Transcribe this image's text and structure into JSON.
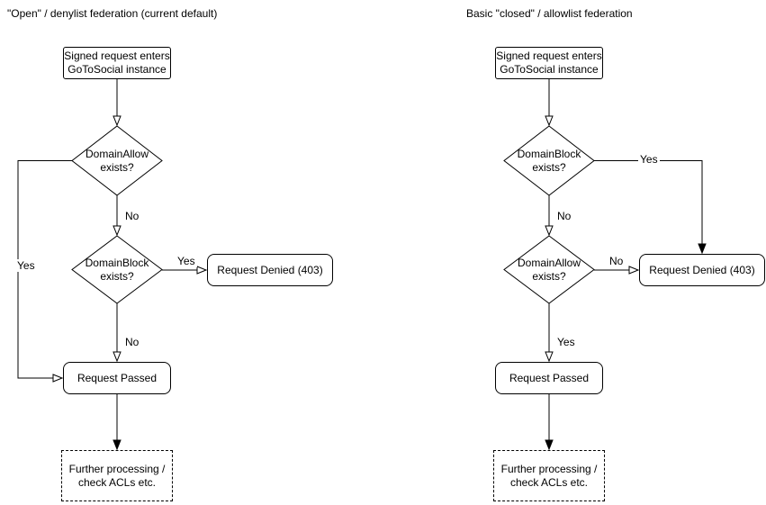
{
  "colors": {
    "stroke": "#000000",
    "background": "#ffffff"
  },
  "left": {
    "title": "\"Open\" / denylist federation (current default)",
    "start": "Signed request enters\nGoToSocial instance",
    "decision1": "DomainAllow\nexists?",
    "decision2": "DomainBlock\nexists?",
    "denied": "Request Denied (403)",
    "passed": "Request Passed",
    "further": "Further processing /\ncheck ACLs etc.",
    "edge_labels": {
      "decision1_no": "No",
      "decision1_yes": "Yes",
      "decision2_yes": "Yes",
      "decision2_no": "No"
    }
  },
  "right": {
    "title": "Basic \"closed\" / allowlist federation",
    "start": "Signed request enters\nGoToSocial instance",
    "decision1": "DomainBlock\nexists?",
    "decision2": "DomainAllow\nexists?",
    "denied": "Request Denied (403)",
    "passed": "Request Passed",
    "further": "Further processing /\ncheck ACLs etc.",
    "edge_labels": {
      "decision1_yes": "Yes",
      "decision1_no": "No",
      "decision2_no": "No",
      "decision2_yes": "Yes"
    }
  }
}
